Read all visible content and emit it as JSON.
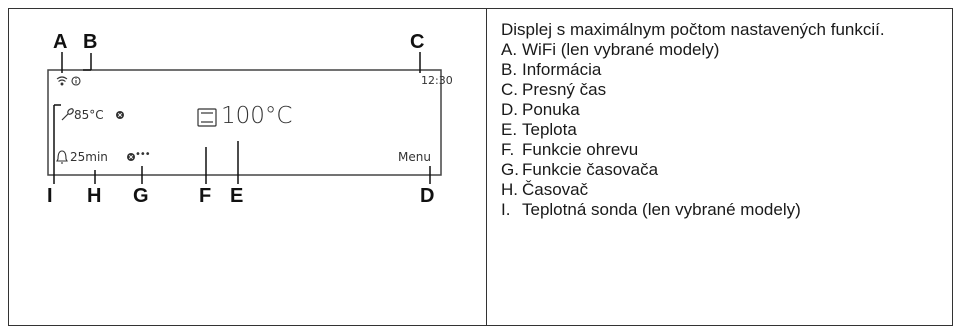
{
  "figure": {
    "callouts": {
      "A": "A",
      "B": "B",
      "C": "C",
      "D": "D",
      "E": "E",
      "F": "F",
      "G": "G",
      "H": "H",
      "I": "I"
    },
    "display": {
      "time": "12:30",
      "probe_temp": "85°C",
      "temperature": "100°C",
      "timer": "25min",
      "more": "•••",
      "menu": "Menu"
    }
  },
  "legend": {
    "intro": "Displej s maximálnym počtom nastavených funkcií.",
    "items": [
      {
        "letter": "A.",
        "text": "WiFi (len vybrané modely)"
      },
      {
        "letter": "B.",
        "text": "Informácia"
      },
      {
        "letter": "C.",
        "text": "Presný čas"
      },
      {
        "letter": "D.",
        "text": "Ponuka"
      },
      {
        "letter": "E.",
        "text": "Teplota"
      },
      {
        "letter": "F.",
        "text": "Funkcie ohrevu"
      },
      {
        "letter": "G.",
        "text": "Funkcie časovača"
      },
      {
        "letter": "H.",
        "text": "Časovač"
      },
      {
        "letter": "I.",
        "text": "Teplotná sonda (len vybrané modely)"
      }
    ]
  }
}
